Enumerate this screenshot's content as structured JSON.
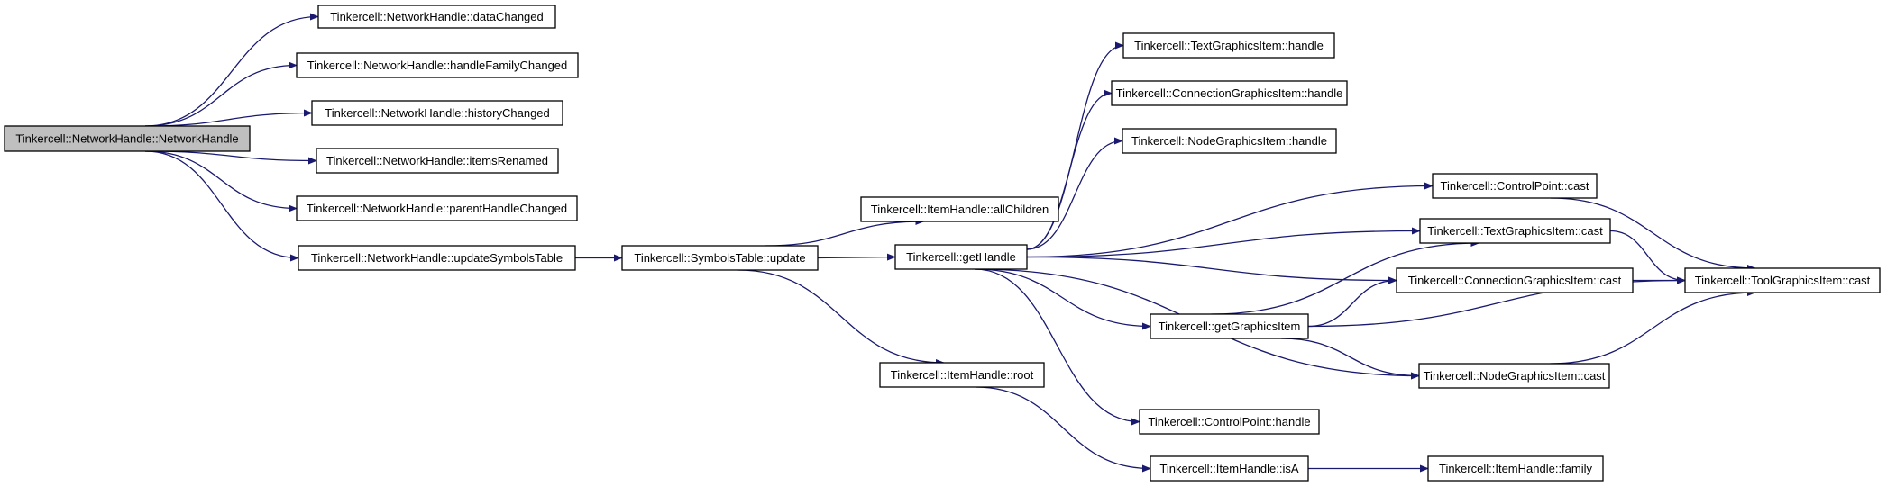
{
  "graph": {
    "edge_color": "#191970",
    "root_fill": "#bfbfbf",
    "node_fill": "#ffffff",
    "nodes": [
      {
        "id": "n0",
        "label": "Tinkercell::NetworkHandle::NetworkHandle",
        "root": true
      },
      {
        "id": "n1",
        "label": "Tinkercell::NetworkHandle::dataChanged"
      },
      {
        "id": "n2",
        "label": "Tinkercell::NetworkHandle::handleFamilyChanged"
      },
      {
        "id": "n3",
        "label": "Tinkercell::NetworkHandle::historyChanged"
      },
      {
        "id": "n4",
        "label": "Tinkercell::NetworkHandle::itemsRenamed"
      },
      {
        "id": "n5",
        "label": "Tinkercell::NetworkHandle::parentHandleChanged"
      },
      {
        "id": "n6",
        "label": "Tinkercell::NetworkHandle::updateSymbolsTable"
      },
      {
        "id": "n7",
        "label": "Tinkercell::SymbolsTable::update"
      },
      {
        "id": "n8",
        "label": "Tinkercell::ItemHandle::allChildren"
      },
      {
        "id": "n9",
        "label": "Tinkercell::getHandle"
      },
      {
        "id": "n10",
        "label": "Tinkercell::ItemHandle::root"
      },
      {
        "id": "n11",
        "label": "Tinkercell::TextGraphicsItem::handle"
      },
      {
        "id": "n12",
        "label": "Tinkercell::ConnectionGraphicsItem::handle"
      },
      {
        "id": "n13",
        "label": "Tinkercell::NodeGraphicsItem::handle"
      },
      {
        "id": "n14",
        "label": "Tinkercell::getGraphicsItem"
      },
      {
        "id": "n15",
        "label": "Tinkercell::ControlPoint::handle"
      },
      {
        "id": "n16",
        "label": "Tinkercell::ItemHandle::isA"
      },
      {
        "id": "n17",
        "label": "Tinkercell::ControlPoint::cast"
      },
      {
        "id": "n18",
        "label": "Tinkercell::TextGraphicsItem::cast"
      },
      {
        "id": "n19",
        "label": "Tinkercell::ConnectionGraphicsItem::cast"
      },
      {
        "id": "n20",
        "label": "Tinkercell::NodeGraphicsItem::cast"
      },
      {
        "id": "n21",
        "label": "Tinkercell::ItemHandle::family"
      },
      {
        "id": "n22",
        "label": "Tinkercell::ToolGraphicsItem::cast"
      }
    ],
    "edges": [
      {
        "from": "n0",
        "to": "n1"
      },
      {
        "from": "n0",
        "to": "n2"
      },
      {
        "from": "n0",
        "to": "n3"
      },
      {
        "from": "n0",
        "to": "n4"
      },
      {
        "from": "n0",
        "to": "n5"
      },
      {
        "from": "n0",
        "to": "n6"
      },
      {
        "from": "n6",
        "to": "n7"
      },
      {
        "from": "n7",
        "to": "n8"
      },
      {
        "from": "n7",
        "to": "n9"
      },
      {
        "from": "n7",
        "to": "n10"
      },
      {
        "from": "n9",
        "to": "n11"
      },
      {
        "from": "n9",
        "to": "n12"
      },
      {
        "from": "n9",
        "to": "n13"
      },
      {
        "from": "n9",
        "to": "n17"
      },
      {
        "from": "n9",
        "to": "n18"
      },
      {
        "from": "n9",
        "to": "n19"
      },
      {
        "from": "n9",
        "to": "n14"
      },
      {
        "from": "n9",
        "to": "n20"
      },
      {
        "from": "n9",
        "to": "n15"
      },
      {
        "from": "n10",
        "to": "n16"
      },
      {
        "from": "n16",
        "to": "n21"
      },
      {
        "from": "n14",
        "to": "n18"
      },
      {
        "from": "n14",
        "to": "n19"
      },
      {
        "from": "n14",
        "to": "n22"
      },
      {
        "from": "n14",
        "to": "n20"
      },
      {
        "from": "n17",
        "to": "n22"
      },
      {
        "from": "n18",
        "to": "n22"
      },
      {
        "from": "n19",
        "to": "n22"
      },
      {
        "from": "n20",
        "to": "n22"
      }
    ]
  }
}
